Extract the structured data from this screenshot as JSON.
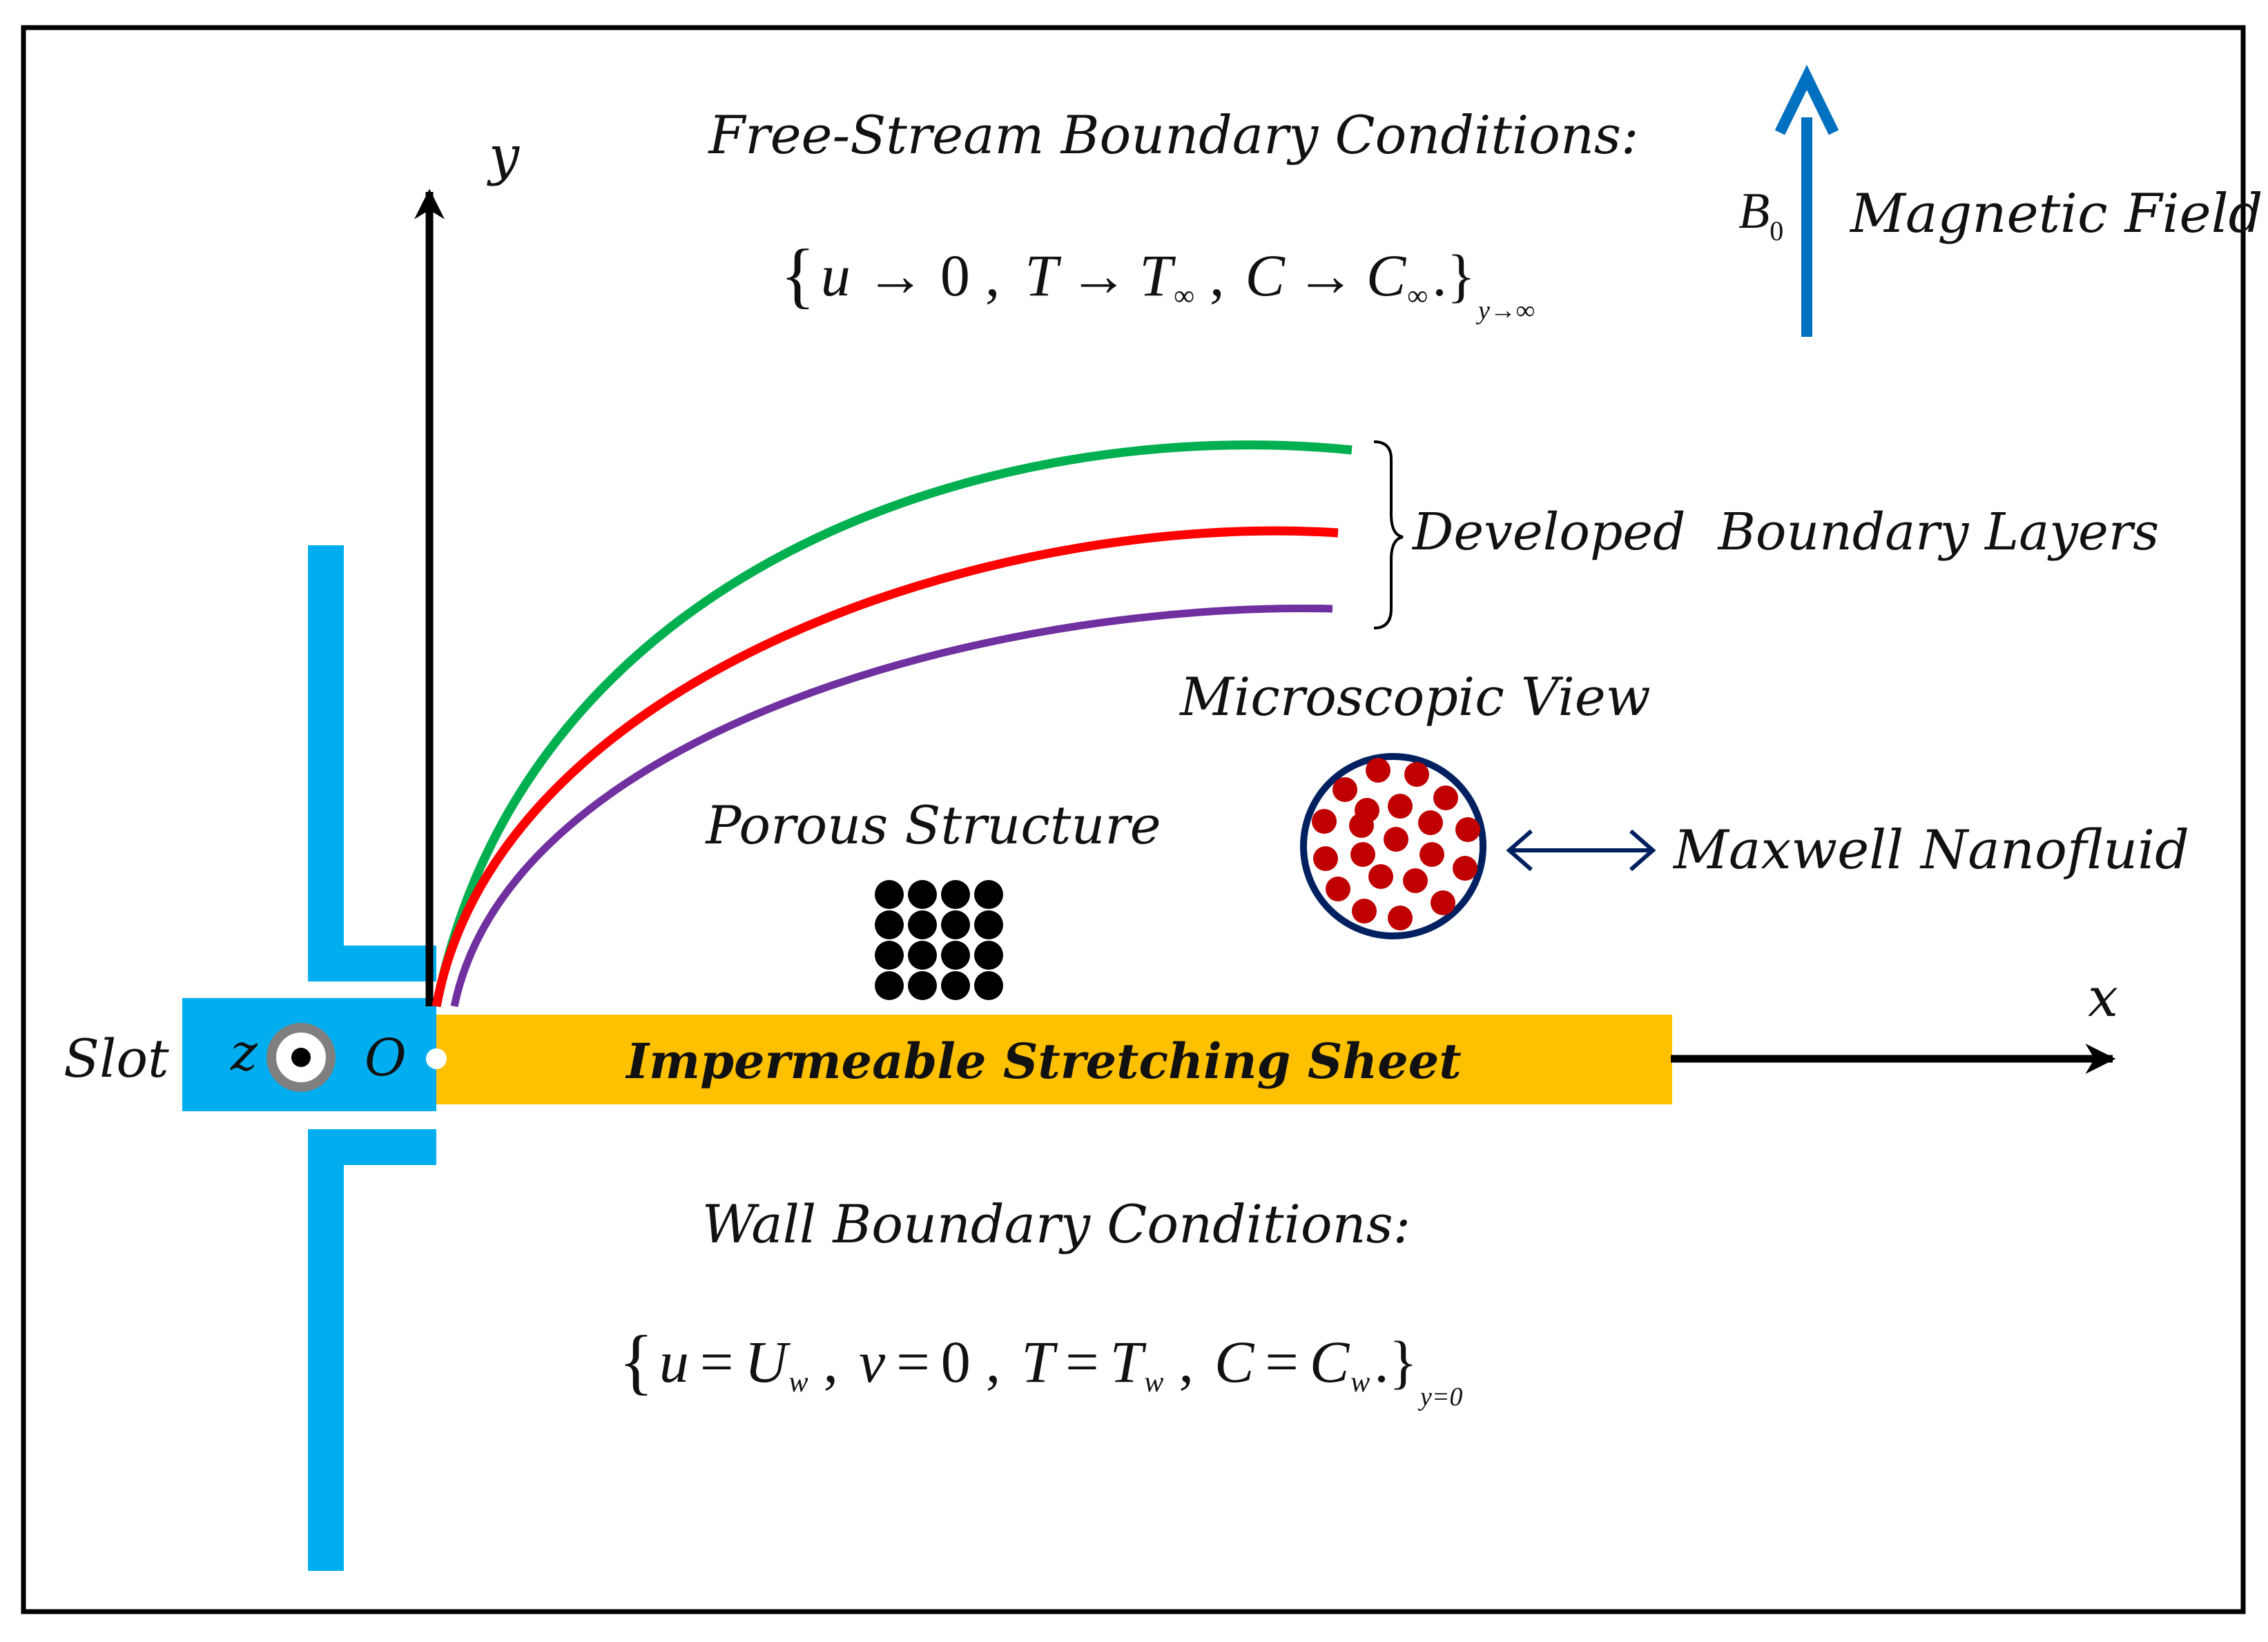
{
  "labels": {
    "free_stream_title": "Free-Stream Boundary Conditions:",
    "wall_title": "Wall Boundary Conditions:",
    "magnetic_symbol": "B",
    "magnetic_subscript": "0",
    "magnetic_field": "Magnetic Field",
    "developed_layers": "Developed  Boundary Layers",
    "microscopic_view": "Microscopic View",
    "porous_structure": "Porous Structure",
    "maxwell_nanofluid": "Maxwell Nanofluid",
    "sheet": "Impermeable Stretching Sheet",
    "slot": "Slot",
    "axis_y": "y",
    "axis_x": "x",
    "axis_z": "z",
    "origin": "O"
  },
  "free_stream_eq": {
    "open": "{",
    "u": "u",
    "arrow1": "→",
    "zero": "0",
    "comma1": ",",
    "T": "T",
    "arrow2": "→",
    "T_inf": "T",
    "inf1": "∞",
    "comma2": ",",
    "C": "C",
    "arrow3": "→",
    "C_inf": "C",
    "inf2": "∞",
    "close": ".}",
    "subscript": "y→∞"
  },
  "wall_eq": {
    "open": "{",
    "u": "u",
    "eq1": "=",
    "Uw": "U",
    "w1": "w",
    "comma1": ",",
    "v": "v",
    "eq2": "=",
    "zero": "0",
    "comma2": ",",
    "T": "T",
    "eq3": "=",
    "Tw": "T",
    "w2": "w",
    "comma3": ",",
    "C": "C",
    "eq4": "=",
    "Cw": "C",
    "w3": "w",
    "close": ".}",
    "subscript": "y=0"
  },
  "colors": {
    "frame": "#000000",
    "slot": "#00AEEF",
    "sheet": "#FFC000",
    "magnetic_arrow": "#0070C0",
    "layer_outer": "#00B050",
    "layer_middle": "#FF0000",
    "layer_inner": "#7030A0",
    "nanoparticle": "#C00000",
    "circle_outline": "#002060",
    "double_arrow": "#002060",
    "porous_dot": "#000000"
  },
  "icons": {
    "z_axis_symbol": "out-of-page-axis-icon",
    "porous": "porous-dot-grid-icon",
    "nanofluid": "nanoparticle-circle-icon"
  }
}
